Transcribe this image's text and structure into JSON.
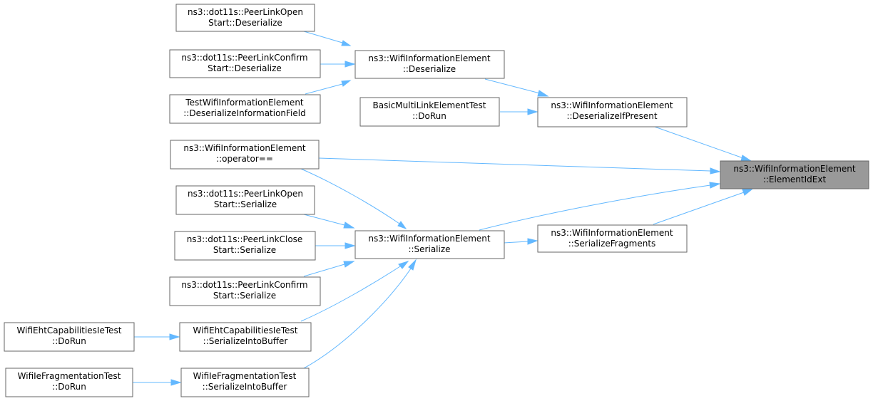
{
  "graph": {
    "nodes": {
      "elementIdExt": {
        "line1": "ns3::WifiInformationElement",
        "line2": "::ElementIdExt"
      },
      "deserializeIfPresent": {
        "line1": "ns3::WifiInformationElement",
        "line2": "::DeserializeIfPresent"
      },
      "deserialize": {
        "line1": "ns3::WifiInformationElement",
        "line2": "::Deserialize"
      },
      "plOpenDeserialize": {
        "line1": "ns3::dot11s::PeerLinkOpen",
        "line2": "Start::Deserialize"
      },
      "plConfirmDeserialize": {
        "line1": "ns3::dot11s::PeerLinkConfirm",
        "line2": "Start::Deserialize"
      },
      "testDeserializeInfoField": {
        "line1": "TestWifiInformationElement",
        "line2": "::DeserializeInformationField"
      },
      "basicMultiLinkDoRun": {
        "line1": "BasicMultiLinkElementTest",
        "line2": "::DoRun"
      },
      "operatorEq": {
        "line1": "ns3::WifiInformationElement",
        "line2": "::operator=="
      },
      "serialize": {
        "line1": "ns3::WifiInformationElement",
        "line2": "::Serialize"
      },
      "serializeFragments": {
        "line1": "ns3::WifiInformationElement",
        "line2": "::SerializeFragments"
      },
      "plOpenSerialize": {
        "line1": "ns3::dot11s::PeerLinkOpen",
        "line2": "Start::Serialize"
      },
      "plCloseSerialize": {
        "line1": "ns3::dot11s::PeerLinkClose",
        "line2": "Start::Serialize"
      },
      "plConfirmSerialize": {
        "line1": "ns3::dot11s::PeerLinkConfirm",
        "line2": "Start::Serialize"
      },
      "ehtSerializeIntoBuffer": {
        "line1": "WifiEhtCapabilitiesIeTest",
        "line2": "::SerializeIntoBuffer"
      },
      "ehtDoRun": {
        "line1": "WifiEhtCapabilitiesIeTest",
        "line2": "::DoRun"
      },
      "fragSerializeIntoBuffer": {
        "line1": "WifiIeFragmentationTest",
        "line2": "::SerializeIntoBuffer"
      },
      "fragDoRun": {
        "line1": "WifiIeFragmentationTest",
        "line2": "::DoRun"
      }
    },
    "colors": {
      "edge": "#63b8ff",
      "node_border": "#666666",
      "root_fill": "#999999",
      "node_fill": "#ffffff"
    }
  }
}
